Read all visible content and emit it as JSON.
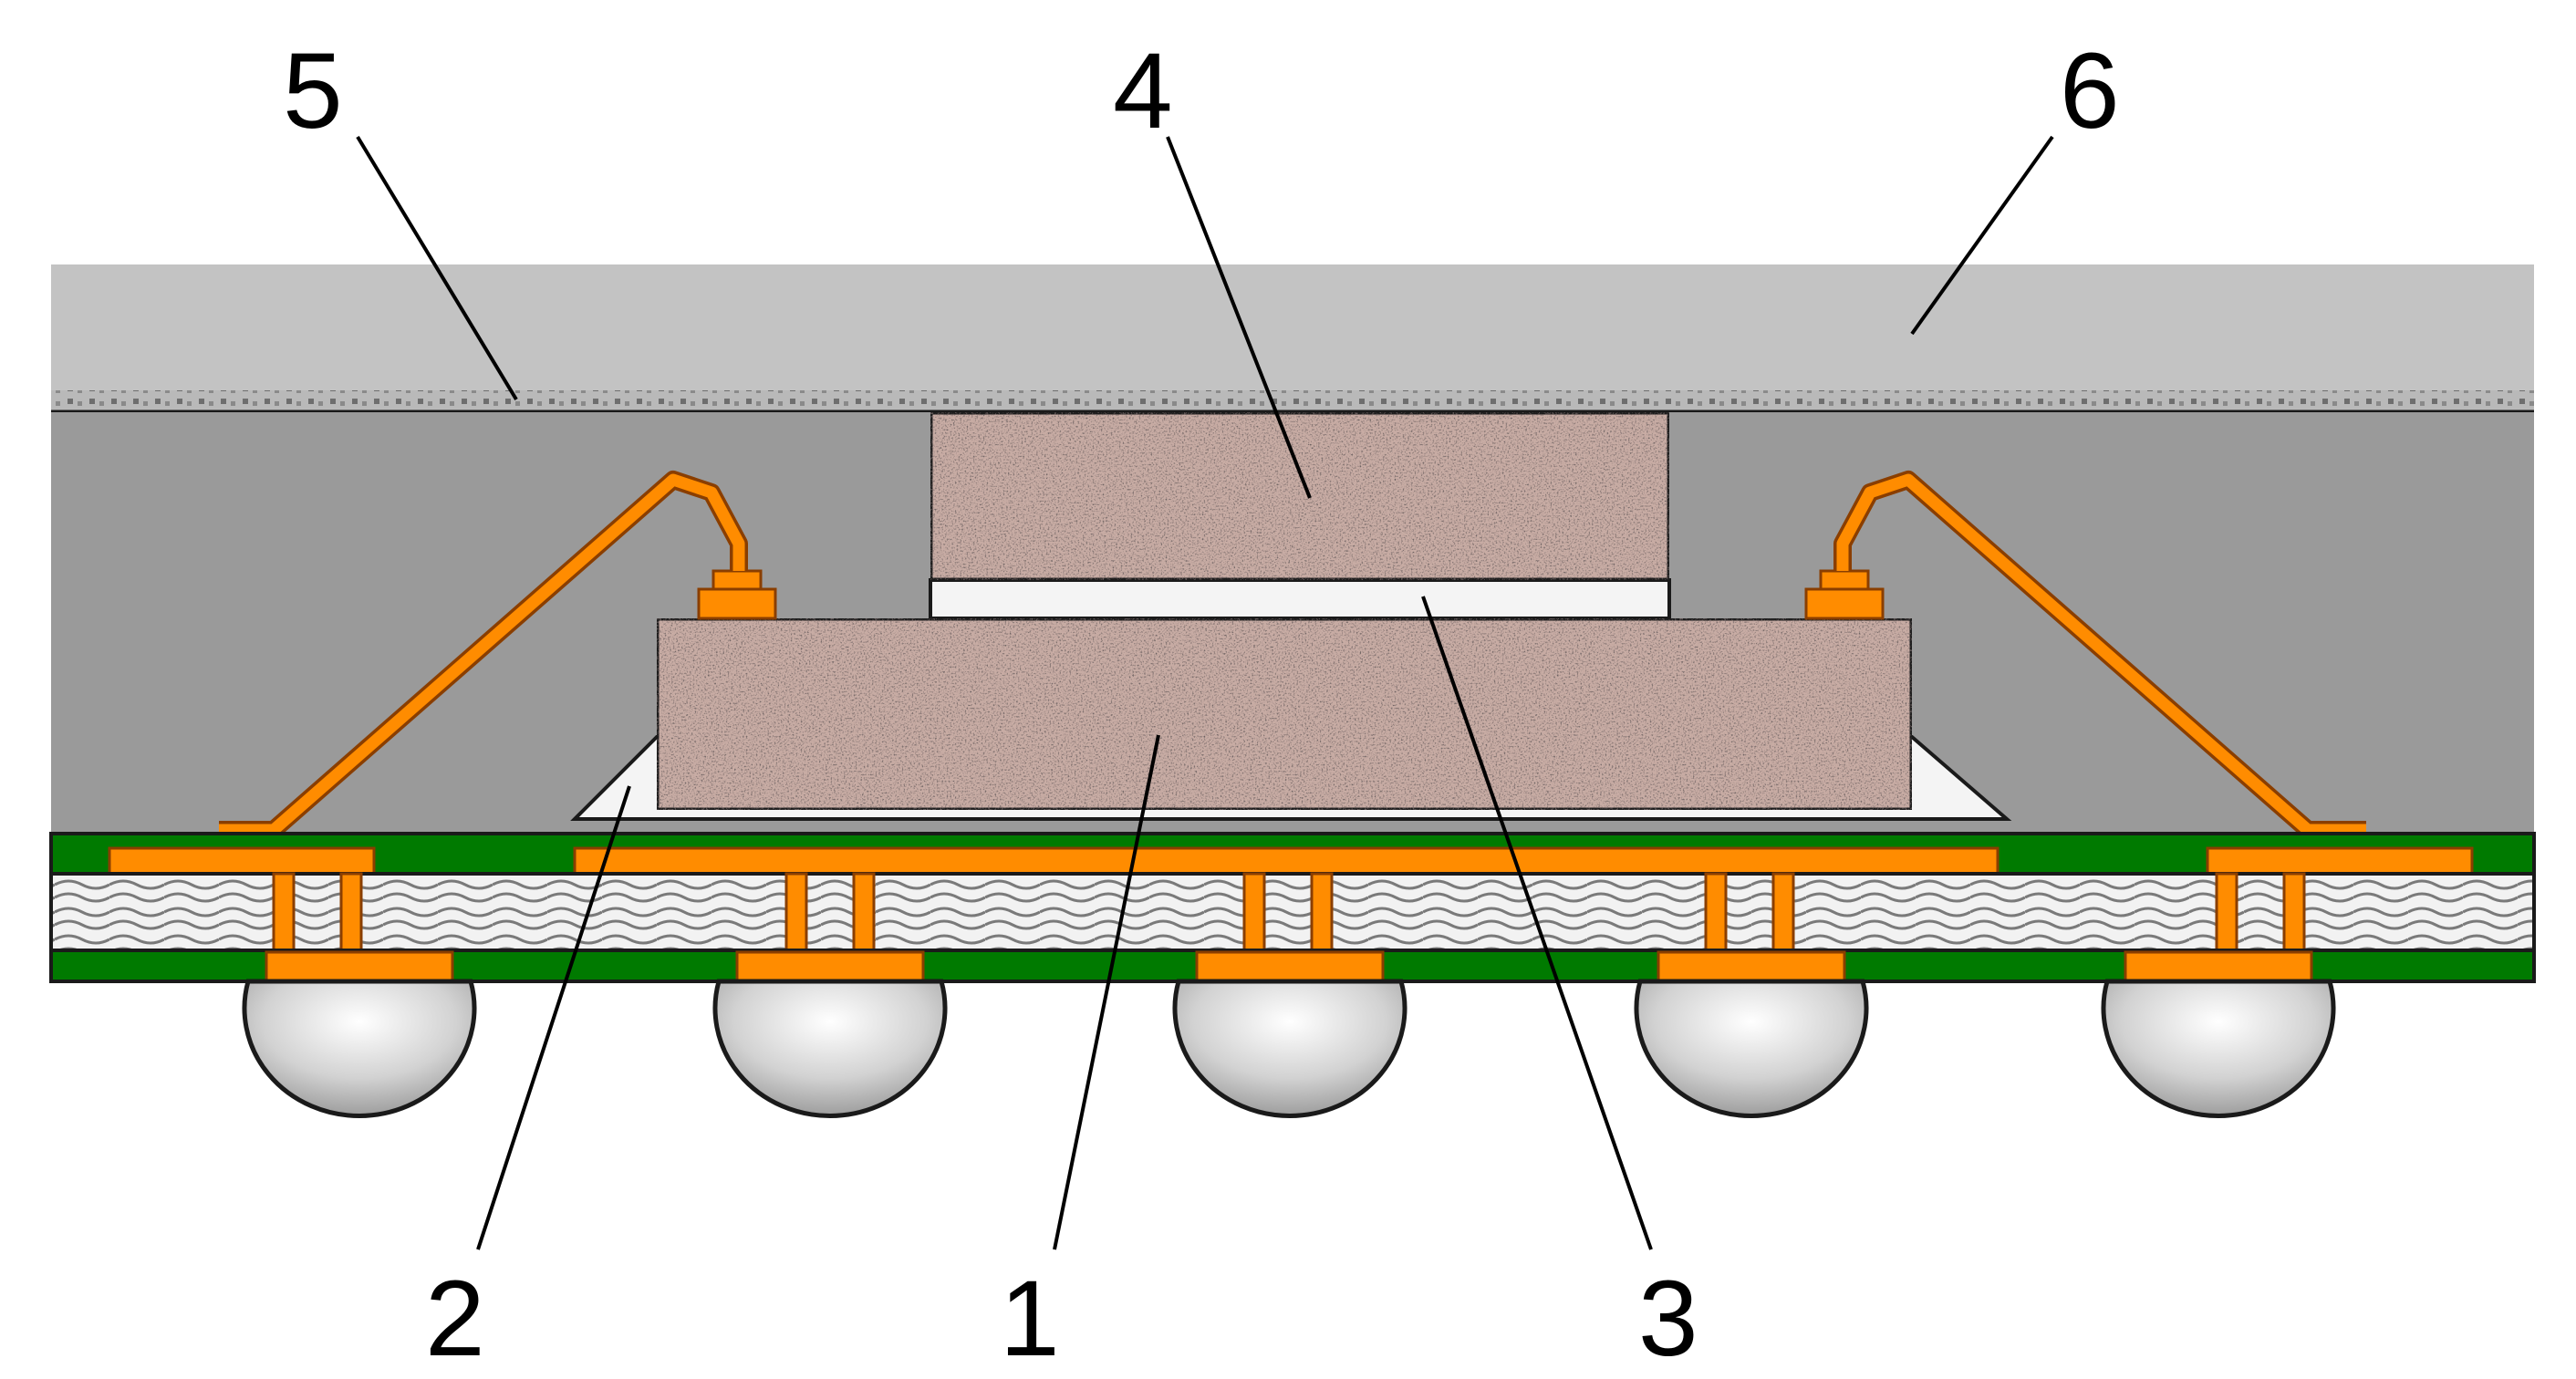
{
  "callouts": [
    {
      "id": "c1",
      "label": "1"
    },
    {
      "id": "c2",
      "label": "2"
    },
    {
      "id": "c3",
      "label": "3"
    },
    {
      "id": "c4",
      "label": "4"
    },
    {
      "id": "c5",
      "label": "5"
    },
    {
      "id": "c6",
      "label": "6"
    }
  ],
  "colors": {
    "heat_spreader": "#c3c3c3",
    "mold_compound": "#9a9a9a",
    "die": "#c8aca4",
    "pcb_green": "#007a00",
    "copper": "#ff8c00",
    "copper_dark": "#a04a00",
    "underfill": "#f4f4f4",
    "solder_ball": "#d6d6d6",
    "outline": "#1a1a1a"
  }
}
